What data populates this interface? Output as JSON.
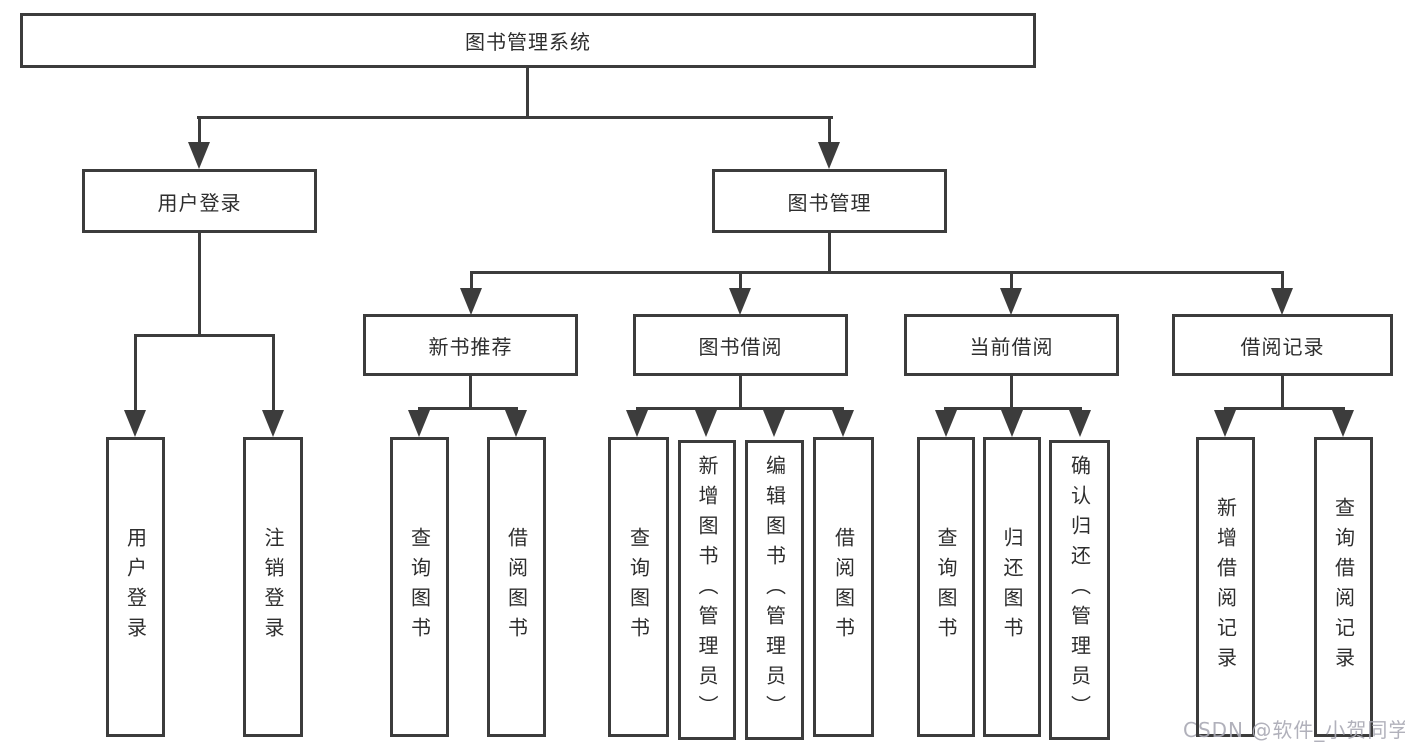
{
  "title": "图书管理系统",
  "watermark": "CSDN @软件_小贺同学",
  "colors": {
    "line": "#3c3c3c",
    "text": "#2e2e2e",
    "background": "#ffffff",
    "watermark": "#a8a8b4"
  },
  "user_login": {
    "label": "用户登录",
    "children": [
      {
        "label": "用户登录"
      },
      {
        "label": "注销登录"
      }
    ]
  },
  "book_mgmt": {
    "label": "图书管理",
    "groups": [
      {
        "label": "新书推荐",
        "children": [
          {
            "label": "查询图书"
          },
          {
            "label": "借阅图书"
          }
        ]
      },
      {
        "label": "图书借阅",
        "children": [
          {
            "label": "查询图书"
          },
          {
            "label": "新增图书（管理员）"
          },
          {
            "label": "编辑图书（管理员）"
          },
          {
            "label": "借阅图书"
          }
        ]
      },
      {
        "label": "当前借阅",
        "children": [
          {
            "label": "查询图书"
          },
          {
            "label": "归还图书"
          },
          {
            "label": "确认归还（管理员）"
          }
        ]
      },
      {
        "label": "借阅记录",
        "children": [
          {
            "label": "新增借阅记录"
          },
          {
            "label": "查询借阅记录"
          }
        ]
      }
    ]
  }
}
